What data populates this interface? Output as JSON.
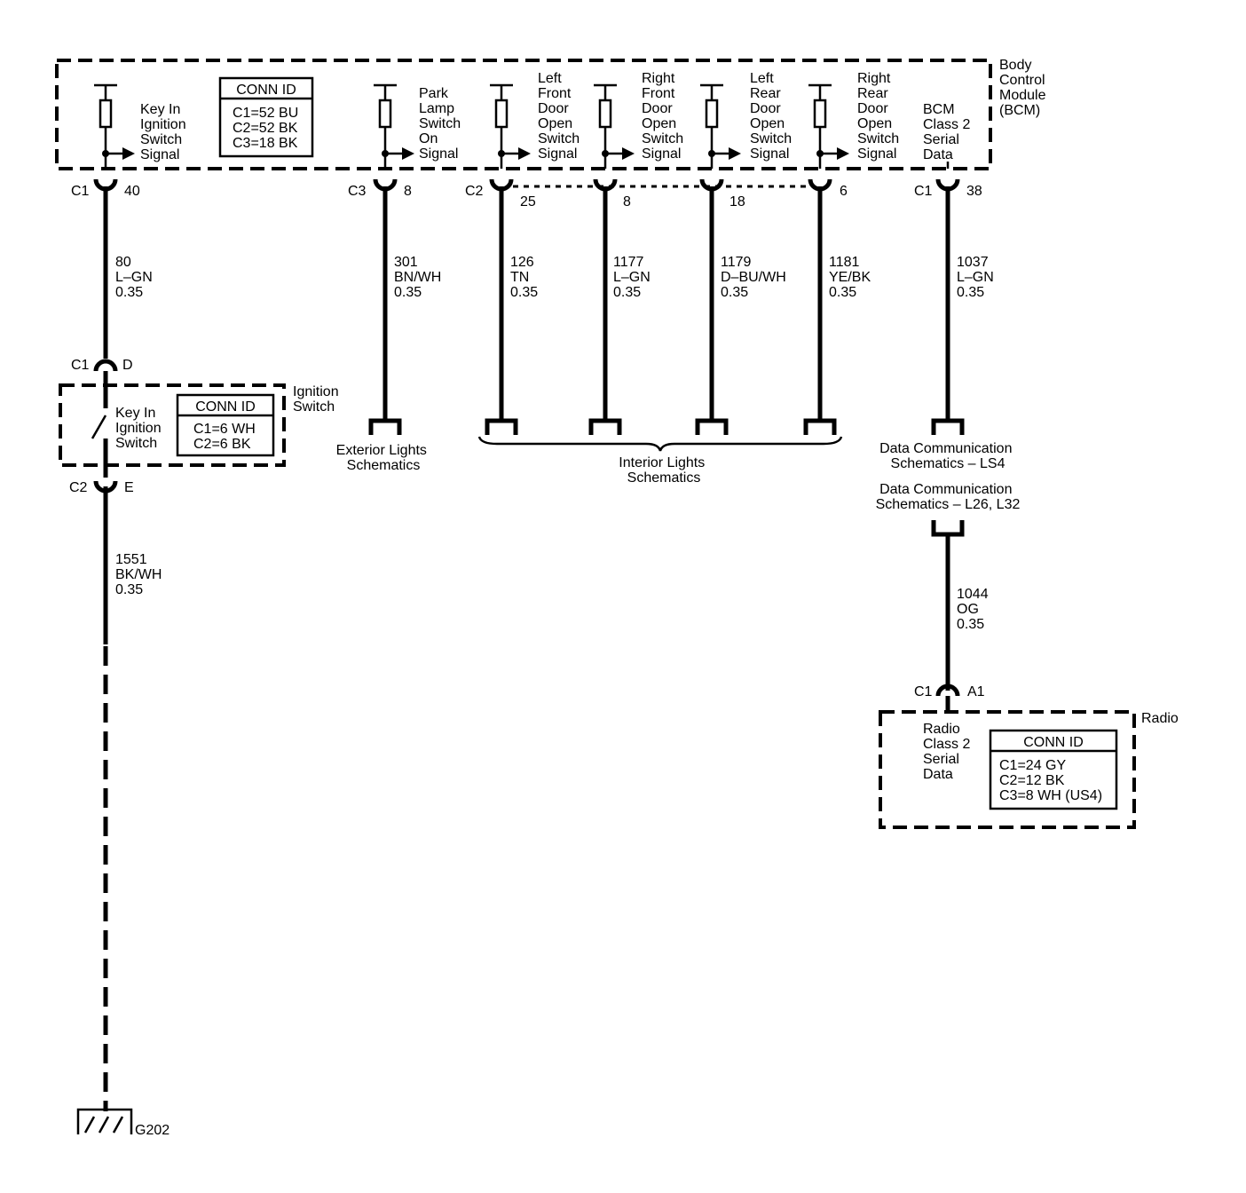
{
  "bcm": {
    "title": [
      "Body",
      "Control",
      "Module",
      "(BCM)"
    ],
    "conn_id": {
      "header": "CONN ID",
      "rows": [
        "C1=52 BU",
        "C2=52 BK",
        "C3=18 BK"
      ]
    },
    "signals": [
      {
        "label": [
          "Key In",
          "Ignition",
          "Switch",
          "Signal"
        ]
      },
      {
        "label": [
          "Park",
          "Lamp",
          "Switch",
          "On",
          "Signal"
        ]
      },
      {
        "label": [
          "Left",
          "Front",
          "Door",
          "Open",
          "Switch",
          "Signal"
        ]
      },
      {
        "label": [
          "Right",
          "Front",
          "Door",
          "Open",
          "Switch",
          "Signal"
        ]
      },
      {
        "label": [
          "Left",
          "Rear",
          "Door",
          "Open",
          "Switch",
          "Signal"
        ]
      },
      {
        "label": [
          "Right",
          "Rear",
          "Door",
          "Open",
          "Switch",
          "Signal"
        ]
      },
      {
        "label": [
          "BCM",
          "Class 2",
          "Serial",
          "Data"
        ]
      }
    ]
  },
  "connectors": {
    "bcm_key": {
      "name": "C1",
      "pin": "40"
    },
    "bcm_park": {
      "name": "C3",
      "pin": "8"
    },
    "bcm_door_group": "C2",
    "door_pins": [
      "25",
      "8",
      "18",
      "6"
    ],
    "bcm_data": {
      "name": "C1",
      "pin": "38"
    },
    "ign_c1": {
      "name": "C1",
      "pin": "D"
    },
    "ign_c2": {
      "name": "C2",
      "pin": "E"
    },
    "radio_c1": {
      "name": "C1",
      "pin": "A1"
    }
  },
  "wires": [
    {
      "circuit": "80",
      "color": "L–GN",
      "gauge": "0.35"
    },
    {
      "circuit": "301",
      "color": "BN/WH",
      "gauge": "0.35"
    },
    {
      "circuit": "126",
      "color": "TN",
      "gauge": "0.35"
    },
    {
      "circuit": "1177",
      "color": "L–GN",
      "gauge": "0.35"
    },
    {
      "circuit": "1179",
      "color": "D–BU/WH",
      "gauge": "0.35"
    },
    {
      "circuit": "1181",
      "color": "YE/BK",
      "gauge": "0.35"
    },
    {
      "circuit": "1037",
      "color": "L–GN",
      "gauge": "0.35"
    },
    {
      "circuit": "1551",
      "color": "BK/WH",
      "gauge": "0.35"
    },
    {
      "circuit": "1044",
      "color": "OG",
      "gauge": "0.35"
    }
  ],
  "ignition_switch": {
    "title": [
      "Ignition",
      "Switch"
    ],
    "switch_label": [
      "Key In",
      "Ignition",
      "Switch"
    ],
    "conn_id": {
      "header": "CONN ID",
      "rows": [
        "C1=6 WH",
        "C2=6 BK"
      ]
    }
  },
  "references": {
    "exterior": [
      "Exterior Lights",
      "Schematics"
    ],
    "interior": [
      "Interior Lights",
      "Schematics"
    ],
    "data_ls4": [
      "Data Communication",
      "Schematics – LS4"
    ],
    "data_l26": [
      "Data Communication",
      "Schematics – L26, L32"
    ]
  },
  "radio": {
    "title": "Radio",
    "signal": [
      "Radio",
      "Class 2",
      "Serial",
      "Data"
    ],
    "conn_id": {
      "header": "CONN ID",
      "rows": [
        "C1=24 GY",
        "C2=12 BK",
        "C3=8 WH (US4)"
      ]
    }
  },
  "ground": {
    "name": "G202"
  }
}
